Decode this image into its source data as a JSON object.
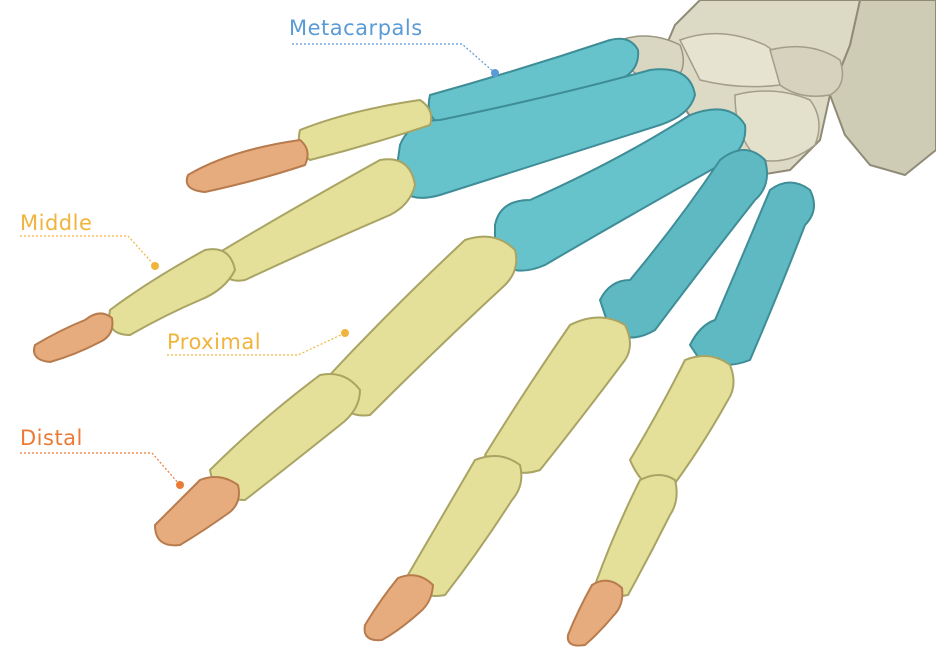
{
  "labels": {
    "metacarpals": "Metacarpals",
    "middle": "Middle",
    "proximal": "Proximal",
    "distal": "Distal"
  },
  "colors": {
    "metacarpal": "#66c3cc",
    "metacarpal_shadow": "#3f8d96",
    "phalanx": "#e4e09a",
    "phalanx_shadow": "#a9a463",
    "distal": "#e7ac7d",
    "distal_shadow": "#b87b4d",
    "carpal": "#d9d6c2",
    "carpal_shadow": "#9a9682",
    "label_blue": "#5b9bd5",
    "label_yellow": "#f0b43c",
    "label_orange": "#eb7a35"
  }
}
